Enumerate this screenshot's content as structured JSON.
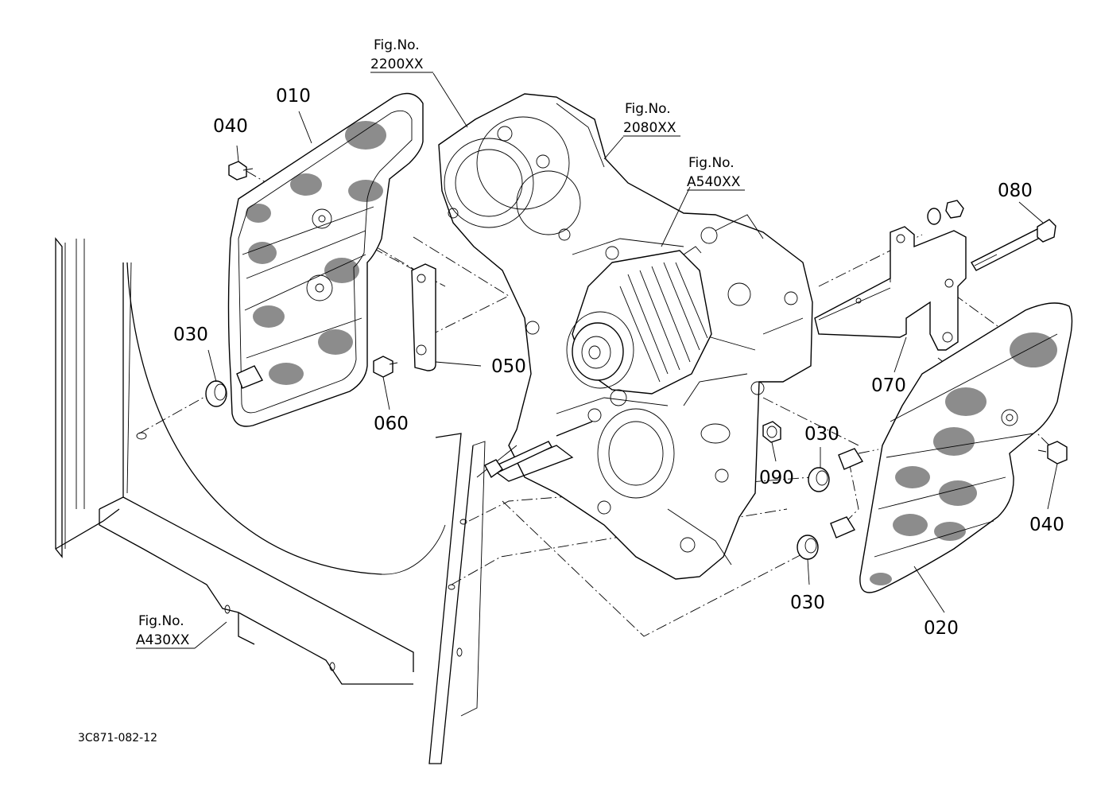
{
  "callouts": [
    {
      "id": "010",
      "label": "010"
    },
    {
      "id": "040a",
      "label": "040"
    },
    {
      "id": "030a",
      "label": "030"
    },
    {
      "id": "050",
      "label": "050"
    },
    {
      "id": "060",
      "label": "060"
    },
    {
      "id": "070",
      "label": "070"
    },
    {
      "id": "080",
      "label": "080"
    },
    {
      "id": "090",
      "label": "090"
    },
    {
      "id": "030b",
      "label": "030"
    },
    {
      "id": "030c",
      "label": "030"
    },
    {
      "id": "040b",
      "label": "040"
    },
    {
      "id": "020",
      "label": "020"
    }
  ],
  "fig_refs": [
    {
      "id": "2200",
      "title": "Fig.No.",
      "code": "2200XX"
    },
    {
      "id": "2080",
      "title": "Fig.No.",
      "code": "2080XX"
    },
    {
      "id": "A540",
      "title": "Fig.No.",
      "code": "A540XX"
    },
    {
      "id": "A430",
      "title": "Fig.No.",
      "code": "A430XX"
    }
  ],
  "doc_id": "3C871-082-12"
}
